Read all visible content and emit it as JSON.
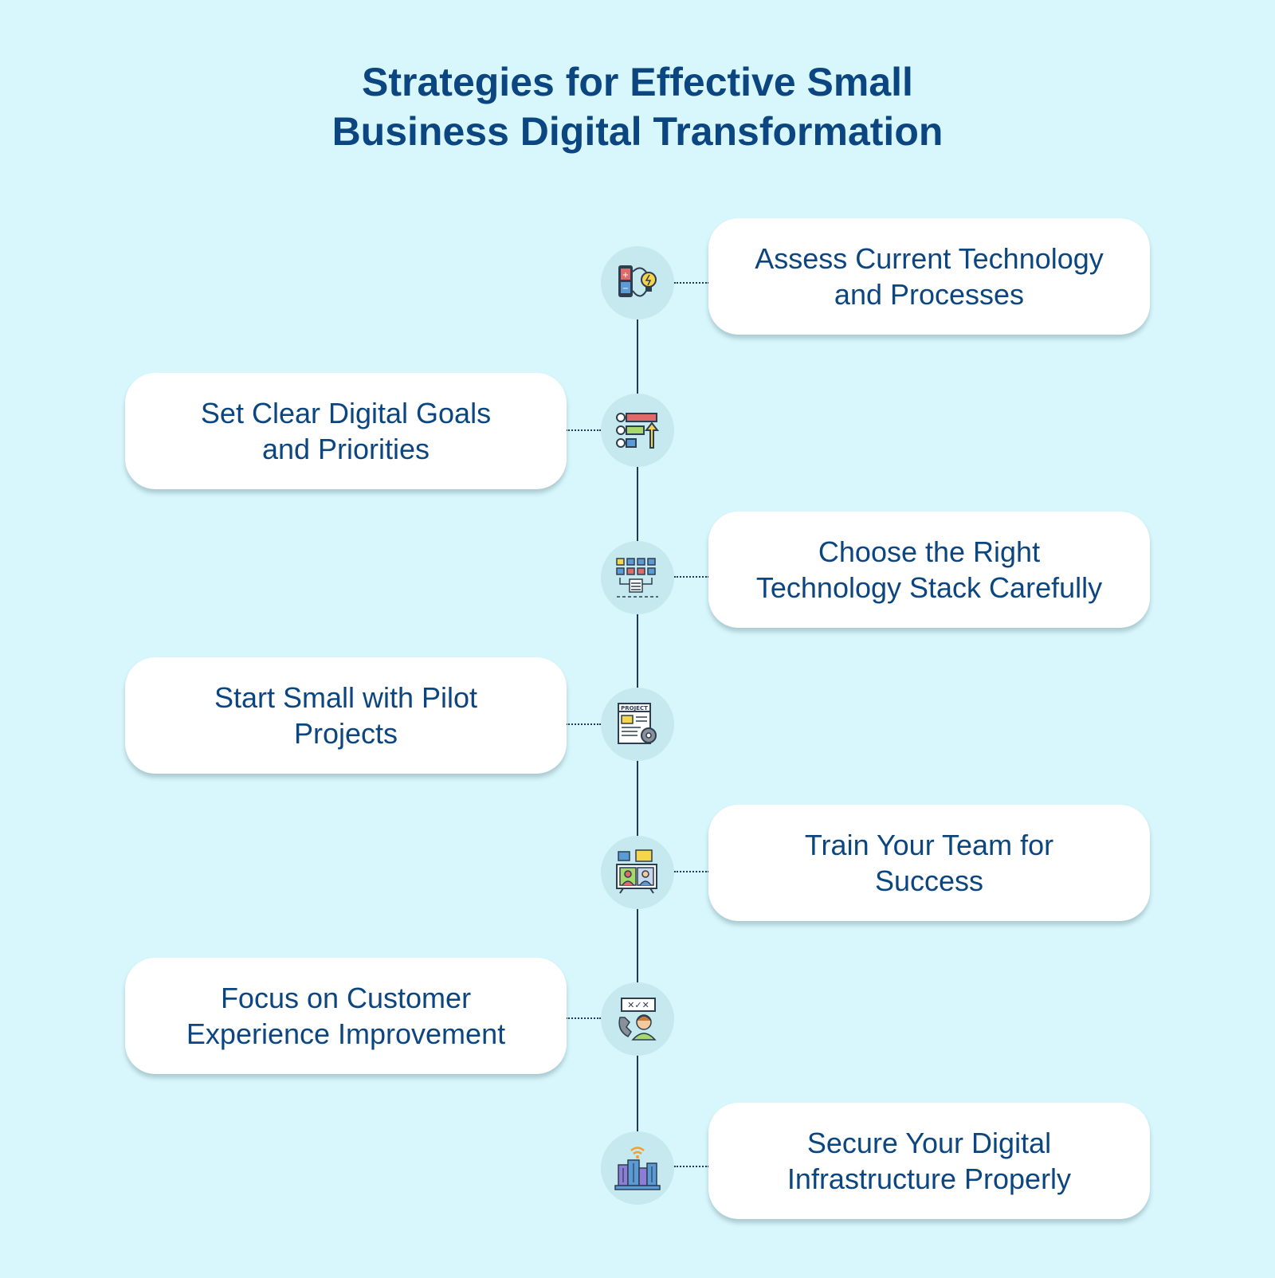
{
  "title": {
    "line1": "Strategies for Effective Small",
    "line2": "Business Digital Transformation"
  },
  "steps": [
    {
      "line1": "Assess Current Technology",
      "line2": "and Processes",
      "icon": "battery-bulb-icon",
      "side": "right"
    },
    {
      "line1": "Set Clear Digital Goals",
      "line2": "and Priorities",
      "icon": "priority-list-icon",
      "side": "left"
    },
    {
      "line1": "Choose the Right",
      "line2": "Technology Stack Carefully",
      "icon": "server-network-icon",
      "side": "right"
    },
    {
      "line1": "Start Small with Pilot",
      "line2": "Projects",
      "icon": "project-document-icon",
      "side": "left"
    },
    {
      "line1": "Train Your Team for",
      "line2": "Success",
      "icon": "video-conference-icon",
      "side": "right"
    },
    {
      "line1": "Focus on Customer",
      "line2": "Experience Improvement",
      "icon": "customer-support-icon",
      "side": "left"
    },
    {
      "line1": "Secure Your Digital",
      "line2": "Infrastructure Properly",
      "icon": "wifi-buildings-icon",
      "side": "right"
    }
  ],
  "colors": {
    "background": "#d8f7fd",
    "text": "#0c4680",
    "node": "#c6e9ef",
    "line": "#1d3b57",
    "card": "#ffffff"
  }
}
